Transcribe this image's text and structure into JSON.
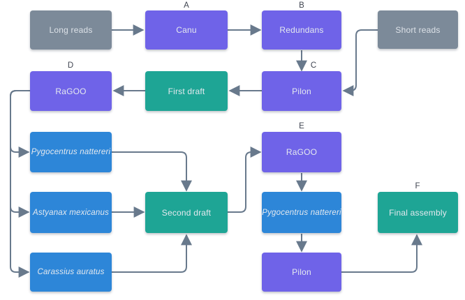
{
  "diagram": {
    "title_hidden": "",
    "colors": {
      "process_purple": "#6f63e8",
      "draft_teal": "#1ea595",
      "species_blue": "#2d86d8",
      "input_gray": "#7c8a99",
      "connector": "#68798c",
      "box_text": "#e4e9ef",
      "letter_text": "#3f4450",
      "background": "#ffffff"
    },
    "nodes": {
      "long_reads": {
        "label": "Long reads"
      },
      "canu": {
        "label": "Canu",
        "letter": "A"
      },
      "redundans": {
        "label": "Redundans",
        "letter": "B"
      },
      "short_reads": {
        "label": "Short reads"
      },
      "ragoo_d": {
        "label": "RaGOO",
        "letter": "D"
      },
      "first_draft": {
        "label": "First draft"
      },
      "pilon_c": {
        "label": "Pilon",
        "letter": "C"
      },
      "pygocentrus_left": {
        "label": "Pygocentrus nattereri"
      },
      "astyanax": {
        "label": "Astyanax mexicanus"
      },
      "carassius": {
        "label": "Carassius auratus"
      },
      "second_draft": {
        "label": "Second draft"
      },
      "ragoo_e": {
        "label": "RaGOO",
        "letter": "E"
      },
      "pygocentrus_mid": {
        "label": "Pygocentrus nattereri"
      },
      "pilon_bottom": {
        "label": "Pilon"
      },
      "final_assembly": {
        "label": "Final assembly",
        "letter": "F"
      }
    },
    "edges": [
      {
        "from": "long_reads",
        "to": "canu"
      },
      {
        "from": "canu",
        "to": "redundans"
      },
      {
        "from": "redundans",
        "to": "pilon_c"
      },
      {
        "from": "short_reads",
        "to": "pilon_c"
      },
      {
        "from": "pilon_c",
        "to": "first_draft"
      },
      {
        "from": "first_draft",
        "to": "ragoo_d"
      },
      {
        "from": "ragoo_d",
        "to": "pygocentrus_left"
      },
      {
        "from": "ragoo_d",
        "to": "astyanax"
      },
      {
        "from": "ragoo_d",
        "to": "carassius"
      },
      {
        "from": "pygocentrus_left",
        "to": "second_draft"
      },
      {
        "from": "astyanax",
        "to": "second_draft"
      },
      {
        "from": "carassius",
        "to": "second_draft"
      },
      {
        "from": "second_draft",
        "to": "ragoo_e"
      },
      {
        "from": "ragoo_e",
        "to": "pygocentrus_mid"
      },
      {
        "from": "pygocentrus_mid",
        "to": "pilon_bottom"
      },
      {
        "from": "pilon_bottom",
        "to": "final_assembly"
      }
    ]
  }
}
